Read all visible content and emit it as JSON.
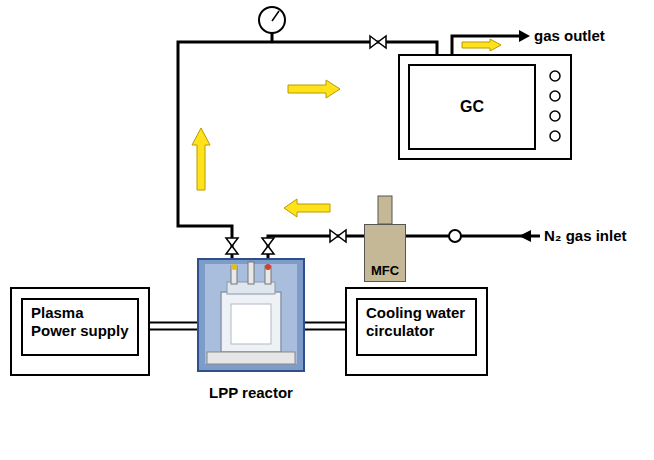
{
  "diagram": {
    "nodes": [
      {
        "text": [
          "GC"
        ]
      },
      {
        "text": [
          "MFC"
        ]
      },
      {
        "text": [
          "Plasma Power supply"
        ]
      },
      {
        "text": [
          "LPP reactor"
        ]
      },
      {
        "text": [
          "Cooling water circulator"
        ]
      }
    ],
    "edges": [
      {
        "from": 2,
        "to": 3,
        "arrow": "none"
      },
      {
        "from": 3,
        "to": 4,
        "arrow": "none"
      },
      {
        "from": 1,
        "to": 3,
        "arrow": "none"
      },
      {
        "from": 3,
        "to": 0,
        "arrow": "none"
      }
    ],
    "labels": [
      "gas outlet",
      "N₂ gas inlet"
    ]
  }
}
